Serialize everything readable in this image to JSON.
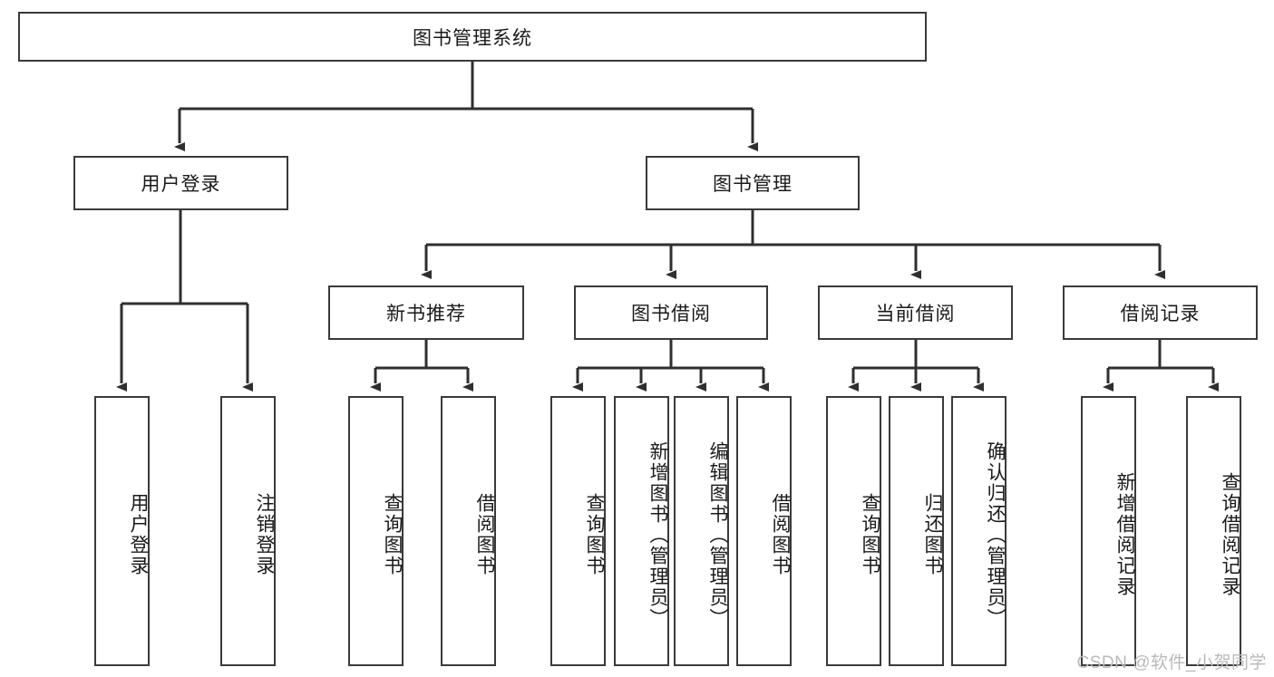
{
  "diagram": {
    "type": "tree-hierarchy",
    "title": "图书管理系统",
    "orientation": "top-down",
    "colors": {
      "box_border": "#3a3a3a",
      "box_fill": "#ffffff",
      "edge": "#2f2f2f",
      "text": "#1a1a1a",
      "watermark": "#b9b9b9",
      "background": "#ffffff"
    }
  },
  "nodes": {
    "root": {
      "label": "图书管理系统"
    },
    "level1": [
      {
        "id": "user-login",
        "label": "用户登录"
      },
      {
        "id": "book-management",
        "label": "图书管理"
      }
    ],
    "level2": [
      {
        "id": "new-book-recommend",
        "label": "新书推荐"
      },
      {
        "id": "book-borrow",
        "label": "图书借阅"
      },
      {
        "id": "current-borrow",
        "label": "当前借阅"
      },
      {
        "id": "borrow-record",
        "label": "借阅记录"
      }
    ],
    "leaves": {
      "user-login": [
        {
          "id": "leaf-user-login",
          "label": "用户登录"
        },
        {
          "id": "leaf-logout-login",
          "label": "注销登录"
        }
      ],
      "new-book-recommend": [
        {
          "id": "leaf-query-books-1",
          "label": "查询图书"
        },
        {
          "id": "leaf-borrow-books-1",
          "label": "借阅图书"
        }
      ],
      "book-borrow": [
        {
          "id": "leaf-query-books-2",
          "label": "查询图书"
        },
        {
          "id": "leaf-add-book-admin",
          "label": "新增图书（管理员）"
        },
        {
          "id": "leaf-edit-book-admin",
          "label": "编辑图书（管理员）"
        },
        {
          "id": "leaf-borrow-books-2",
          "label": "借阅图书"
        }
      ],
      "current-borrow": [
        {
          "id": "leaf-query-books-3",
          "label": "查询图书"
        },
        {
          "id": "leaf-return-books",
          "label": "归还图书"
        },
        {
          "id": "leaf-confirm-return-admin",
          "label": "确认归还（管理员）"
        }
      ],
      "borrow-record": [
        {
          "id": "leaf-add-borrow-record",
          "label": "新增借阅记录"
        },
        {
          "id": "leaf-query-borrow-record",
          "label": "查询借阅记录"
        }
      ]
    }
  },
  "watermark": {
    "text": "CSDN @软件_小贺同学"
  }
}
